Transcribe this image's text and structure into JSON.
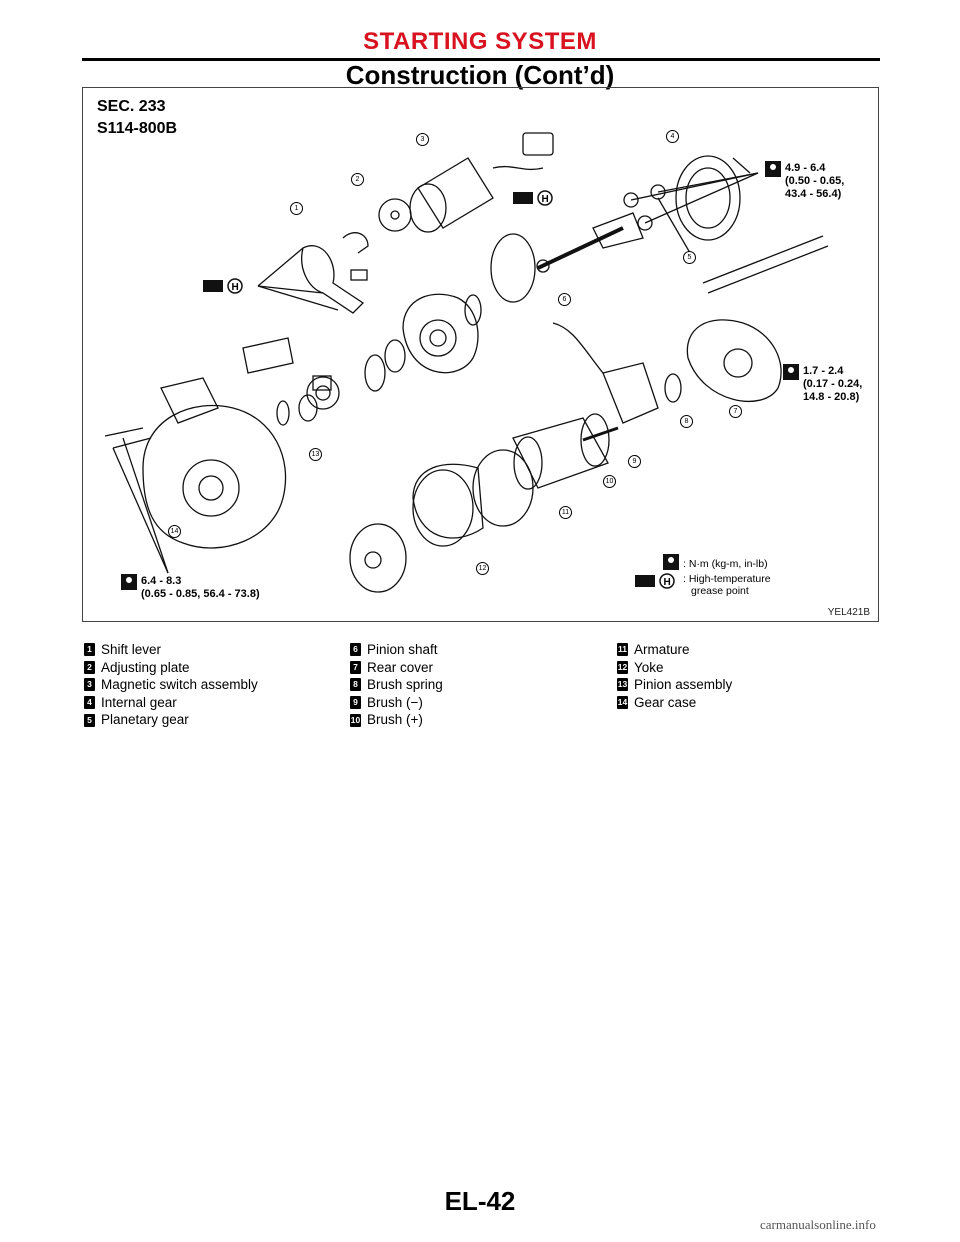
{
  "header": {
    "section": "STARTING SYSTEM",
    "title": "Construction (Cont’d)"
  },
  "figure": {
    "sec_line1": "SEC. 233",
    "sec_line2": "S114-800B",
    "code": "YEL421B",
    "torque_top": [
      "4.9 - 6.4",
      "(0.50 - 0.65,",
      "43.4 - 56.4)"
    ],
    "torque_mid": [
      "1.7 - 2.4",
      "(0.17 - 0.24,",
      "14.8 - 20.8)"
    ],
    "torque_bottom": [
      "6.4 - 8.3",
      "(0.65 - 0.85, 56.4 - 73.8)"
    ],
    "legend_torque": ": N·m (kg-m, in-lb)",
    "legend_grease_1": ": High-temperature",
    "legend_grease_2": "grease point",
    "grease_symbol": "H",
    "icons": [
      "torque-wrench-icon",
      "grease-point-icon"
    ]
  },
  "parts": [
    {
      "n": "1",
      "name": "Shift lever"
    },
    {
      "n": "2",
      "name": "Adjusting plate"
    },
    {
      "n": "3",
      "name": "Magnetic switch assembly"
    },
    {
      "n": "4",
      "name": "Internal gear"
    },
    {
      "n": "5",
      "name": "Planetary gear"
    },
    {
      "n": "6",
      "name": "Pinion shaft"
    },
    {
      "n": "7",
      "name": "Rear cover"
    },
    {
      "n": "8",
      "name": "Brush spring"
    },
    {
      "n": "9",
      "name": "Brush (−)"
    },
    {
      "n": "10",
      "name": "Brush (+)"
    },
    {
      "n": "11",
      "name": "Armature"
    },
    {
      "n": "12",
      "name": "Yoke"
    },
    {
      "n": "13",
      "name": "Pinion assembly"
    },
    {
      "n": "14",
      "name": "Gear case"
    }
  ],
  "page_code": "EL-42",
  "watermark": "carmanualsonline.info",
  "colors": {
    "header_red": "#d8121f",
    "text": "#000000"
  }
}
